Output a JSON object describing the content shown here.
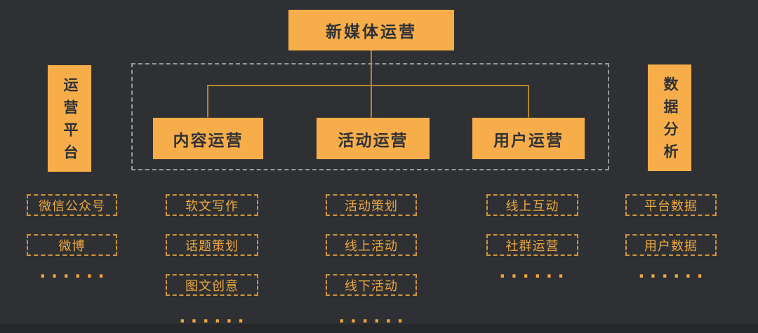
{
  "colors": {
    "background": "#2e3033",
    "node_orange": "#f7ae4a",
    "connector_orange": "#b5852f",
    "group_dash_gray": "#97999d",
    "item_dash_orange": "#d0953a",
    "item_text_orange": "#efa83e",
    "node_text_dark": "#2f3136"
  },
  "root": {
    "label": "新媒体运营"
  },
  "left_panel": {
    "label": "运营平台",
    "items": [
      "微信公众号",
      "微博"
    ],
    "ellipsis": "......"
  },
  "right_panel": {
    "label": "数据分析",
    "items": [
      "平台数据",
      "用户数据"
    ],
    "ellipsis": "......"
  },
  "branches": [
    {
      "label": "内容运营",
      "items": [
        "软文写作",
        "话题策划",
        "图文创意"
      ],
      "ellipsis": "......"
    },
    {
      "label": "活动运营",
      "items": [
        "活动策划",
        "线上活动",
        "线下活动"
      ],
      "ellipsis": "......"
    },
    {
      "label": "用户运营",
      "items": [
        "线上互动",
        "社群运营"
      ],
      "ellipsis": "......"
    }
  ]
}
